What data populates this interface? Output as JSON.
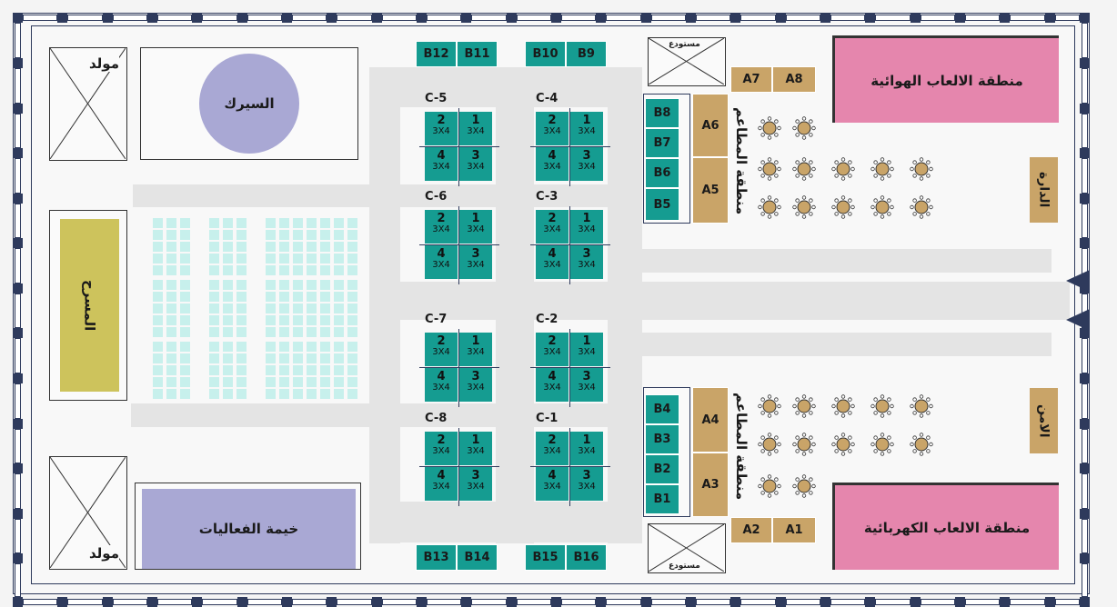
{
  "labels": {
    "generator": "مولد",
    "circus": "السيرك",
    "stage": "المسرح",
    "activities_tent": "خيمة الفعاليات",
    "storage": "مستودع",
    "food_area": "منطقة المطاعم",
    "air_games": "منطقة الالعاب الهوائية",
    "electric_games": "منطقة الالعاب الكهربائية",
    "admin": "الدارة",
    "security": "الامن"
  },
  "booths_b": {
    "b12": "B12",
    "b11": "B11",
    "b10": "B10",
    "b9": "B9",
    "b13": "B13",
    "b14": "B14",
    "b15": "B15",
    "b16": "B16",
    "b8": "B8",
    "b7": "B7",
    "b6": "B6",
    "b5": "B5",
    "b4": "B4",
    "b3": "B3",
    "b2": "B2",
    "b1": "B1"
  },
  "booths_a": {
    "a7": "A7",
    "a8": "A8",
    "a6": "A6",
    "a5": "A5",
    "a4": "A4",
    "a3": "A3",
    "a2": "A2",
    "a1": "A1"
  },
  "c_groups": [
    "C-5",
    "C-4",
    "C-6",
    "C-3",
    "C-7",
    "C-2",
    "C-8",
    "C-1"
  ],
  "c_cells": {
    "n1": "1",
    "n2": "2",
    "n3": "3",
    "n4": "4",
    "size": "3X4"
  },
  "colors": {
    "teal": "#159c91",
    "tan": "#c9a468",
    "pink": "#e586ad",
    "lavender": "#a9a8d4",
    "olive": "#cdc35c",
    "navy": "#2e3a5c"
  }
}
